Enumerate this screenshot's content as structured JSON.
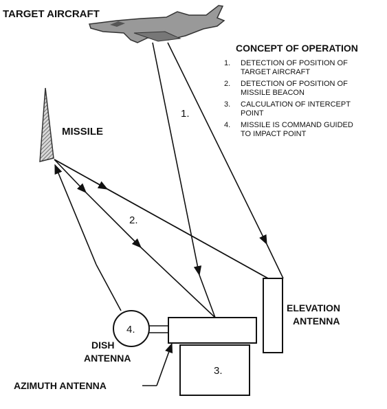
{
  "labels": {
    "target_aircraft": "TARGET AIRCRAFT",
    "missile": "MISSILE",
    "elevation_antenna_line1": "ELEVATION",
    "elevation_antenna_line2": "ANTENNA",
    "dish_antenna_line1": "DISH",
    "dish_antenna_line2": "ANTENNA",
    "azimuth_antenna": "AZIMUTH ANTENNA"
  },
  "markers": {
    "m1": "1.",
    "m2": "2.",
    "m3": "3.",
    "m4": "4."
  },
  "concept": {
    "title": "CONCEPT OF OPERATION",
    "steps": [
      {
        "num": "1.",
        "line1": "DETECTION OF POSITION OF",
        "line2": "TARGET AIRCRAFT"
      },
      {
        "num": "2.",
        "line1": "DETECTION OF POSITION OF",
        "line2": "MISSILE BEACON"
      },
      {
        "num": "3.",
        "line1": "CALCULATION OF INTERCEPT",
        "line2": "POINT"
      },
      {
        "num": "4.",
        "line1": "MISSILE IS COMMAND GUIDED",
        "line2": "TO IMPACT POINT"
      }
    ]
  }
}
